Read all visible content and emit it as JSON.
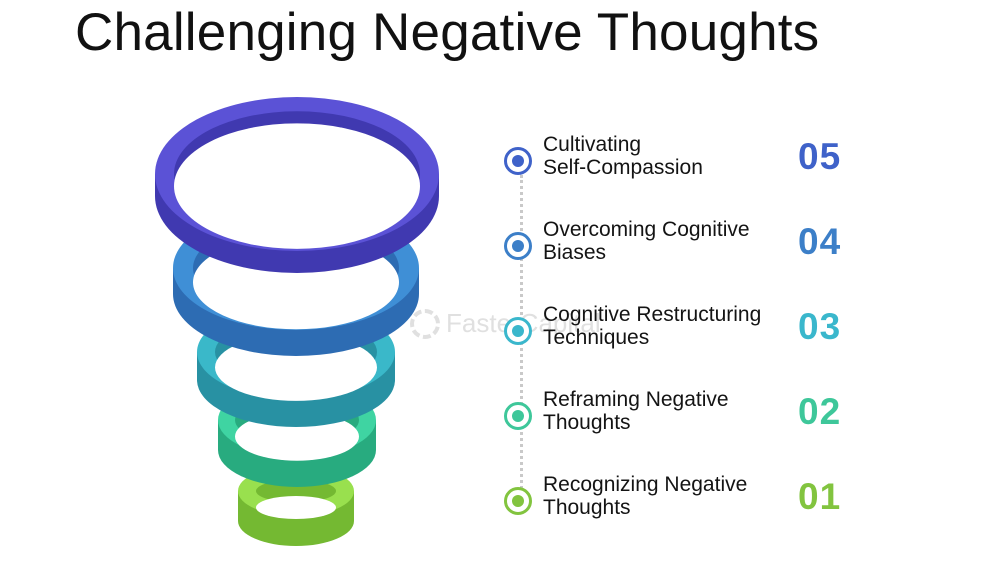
{
  "title": "Challenging Negative Thoughts",
  "watermark": "FasterCapital",
  "steps": [
    {
      "number": "05",
      "line1": "Cultivating",
      "line2": "Self-Compassion",
      "color": "#3f62c9"
    },
    {
      "number": "04",
      "line1": "Overcoming Cognitive",
      "line2": "Biases",
      "color": "#3c7fc8"
    },
    {
      "number": "03",
      "line1": "Cognitive Restructuring",
      "line2": "Techniques",
      "color": "#3ab7cc"
    },
    {
      "number": "02",
      "line1": "Reframing Negative",
      "line2": "Thoughts",
      "color": "#3ec79a"
    },
    {
      "number": "01",
      "line1": "Recognizing Negative",
      "line2": "Thoughts",
      "color": "#82c43f"
    }
  ],
  "rings": [
    {
      "color": "#5b52d6",
      "side": "#4039b0"
    },
    {
      "color": "#3f8fd6",
      "side": "#2d6cb3"
    },
    {
      "color": "#3ab8c9",
      "side": "#2891a3"
    },
    {
      "color": "#3fd4a2",
      "side": "#28ab7f"
    },
    {
      "color": "#99e04e",
      "side": "#74b932"
    }
  ]
}
